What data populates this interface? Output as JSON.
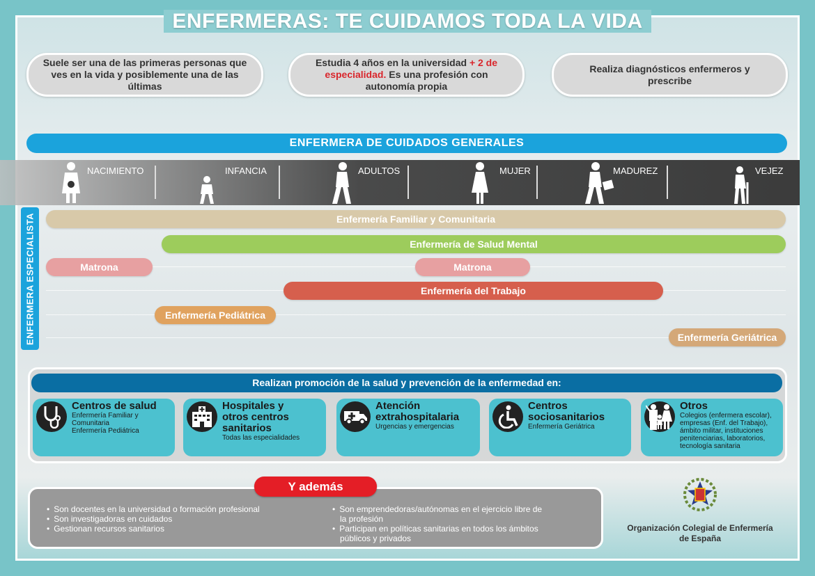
{
  "title": "ENFERMERAS: TE CUIDAMOS TODA LA VIDA",
  "bubbles": [
    {
      "text": "Suele ser una de las primeras personas que ves en la vida y posiblemente una de las últimas"
    },
    {
      "text_a": "Estudia 4 años en la universidad ",
      "highlight": "+ 2 de especialidad.",
      "text_b": " Es una profesión con autonomía propia"
    },
    {
      "text": "Realiza diagnósticos enfermeros y prescribe"
    }
  ],
  "general_bar": "ENFERMERA DE CUIDADOS GENERALES",
  "stages": [
    "NACIMIENTO",
    "INFANCIA",
    "ADULTOS",
    "MUJER",
    "MADUREZ",
    "VEJEZ"
  ],
  "specialist_label": "ENFERMERA ESPECIALISTA",
  "specialties": [
    {
      "name": "Enfermería Familiar y Comunitaria",
      "color": "#d8c9a9"
    },
    {
      "name": "Enfermería de Salud Mental",
      "color": "#9dcc5c"
    },
    {
      "name": "Matrona",
      "color": "#e7a0a1"
    },
    {
      "name": "Matrona",
      "color": "#e7a0a1"
    },
    {
      "name": "Enfermería del Trabajo",
      "color": "#d65f4d"
    },
    {
      "name": "Enfermería Pediátrica",
      "color": "#e0a25e"
    },
    {
      "name": "Enfermería Geriátrica",
      "color": "#d4a878"
    }
  ],
  "promotion": {
    "header": "Realizan promoción de la salud y prevención de la enfermedad en:",
    "cards": [
      {
        "title": "Centros de salud",
        "sub": "Enfermería Familiar y Comunitaria\nEnfermería Pediátrica",
        "icon": "stethoscope-icon"
      },
      {
        "title": "Hospitales y otros centros sanitarios",
        "sub": "Todas las especialidades",
        "icon": "hospital-icon"
      },
      {
        "title": "Atención extrahospitalaria",
        "sub": "Urgencias y emergencias",
        "icon": "ambulance-icon"
      },
      {
        "title": "Centros sociosanitarios",
        "sub": "Enfermería Geriátrica",
        "icon": "wheelchair-icon"
      },
      {
        "title": "Otros",
        "sub": "Colegios (enfermera escolar), empresas (Enf. del Trabajo), ámbito militar, instituciones penitenciarias, laboratorios, tecnología sanitaria",
        "icon": "family-icon"
      }
    ]
  },
  "ademas": {
    "label": "Y además",
    "left": [
      "Son docentes en la universidad o formación profesional",
      "Son investigadoras en cuidados",
      "Gestionan recursos sanitarios"
    ],
    "right": [
      {
        "a": "Son emprendedoras/autónomas en el ejercicio libre de",
        "b": "la profesión"
      },
      {
        "a": "Participan en políticas sanitarias en todos los ámbitos",
        "b": "públicos y privados"
      }
    ]
  },
  "org": {
    "line1": "Organización Colegial de Enfermería",
    "line2": "de España"
  }
}
